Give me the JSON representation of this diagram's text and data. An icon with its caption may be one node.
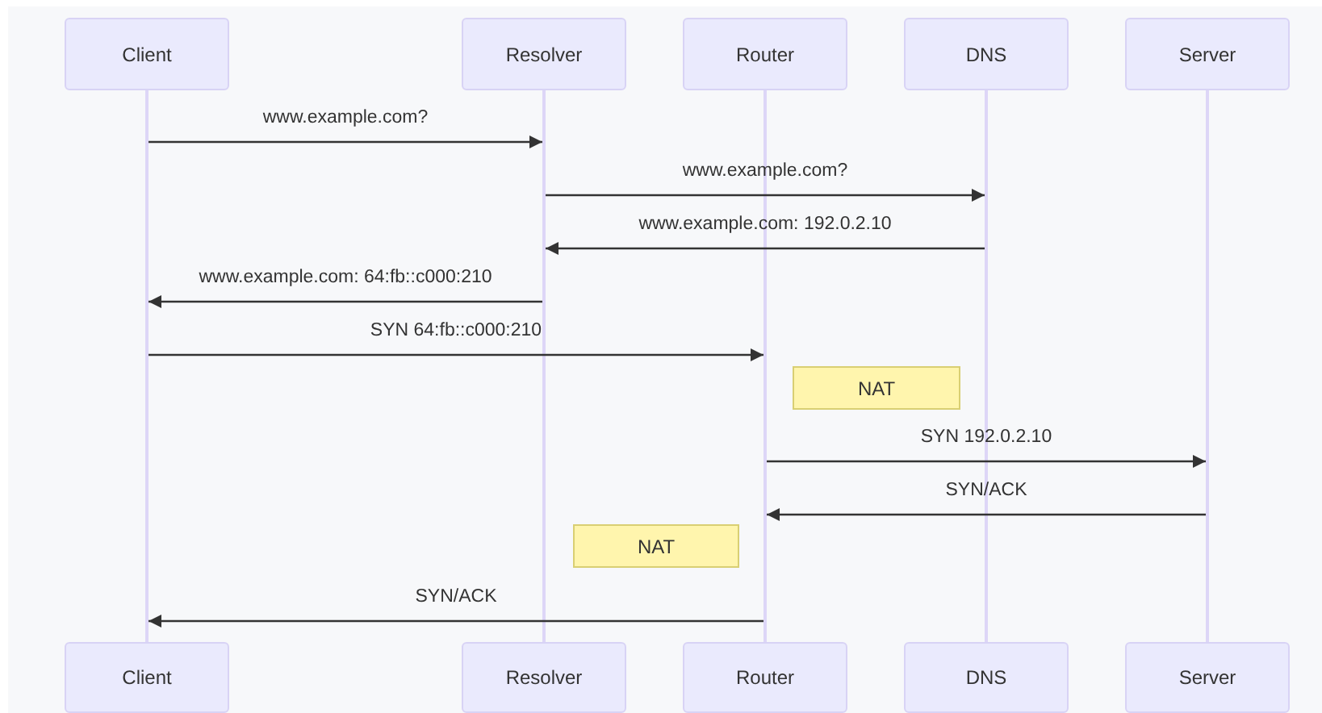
{
  "diagram": {
    "nodes": [
      {
        "text": [
          "Client"
        ]
      },
      {
        "text": [
          "Resolver"
        ]
      },
      {
        "text": [
          "Router"
        ]
      },
      {
        "text": [
          "DNS"
        ]
      },
      {
        "text": [
          "Server"
        ]
      },
      {
        "text": [],
        "shape": "line"
      },
      {
        "text": [],
        "shape": "line"
      },
      {
        "text": [],
        "shape": "line"
      },
      {
        "text": [],
        "shape": "line"
      },
      {
        "text": [],
        "shape": "line"
      },
      {
        "text": [
          "Client"
        ]
      },
      {
        "text": [
          "Resolver"
        ]
      },
      {
        "text": [
          "Router"
        ]
      },
      {
        "text": [
          "DNS"
        ]
      },
      {
        "text": [
          "Server"
        ]
      },
      {
        "text": [
          "NAT"
        ]
      },
      {
        "text": [
          "NAT"
        ]
      }
    ],
    "edges": [
      {
        "from": 5,
        "to": 6,
        "arrow": "to",
        "label": "www.example.com?"
      },
      {
        "from": 6,
        "to": 8,
        "arrow": "to",
        "label": "www.example.com?"
      },
      {
        "from": 8,
        "to": 6,
        "arrow": "to",
        "label": "www.example.com: 192.0.2.10"
      },
      {
        "from": 6,
        "to": 5,
        "arrow": "to",
        "label": "www.example.com: 64:fb::c000:210"
      },
      {
        "from": 5,
        "to": 7,
        "arrow": "to",
        "label": "SYN 64:fb::c000:210"
      },
      {
        "from": 7,
        "to": 9,
        "arrow": "to",
        "label": "SYN 192.0.2.10"
      },
      {
        "from": 9,
        "to": 7,
        "arrow": "to",
        "label": "SYN/ACK"
      },
      {
        "from": 7,
        "to": 5,
        "arrow": "to",
        "label": "SYN/ACK"
      }
    ]
  }
}
